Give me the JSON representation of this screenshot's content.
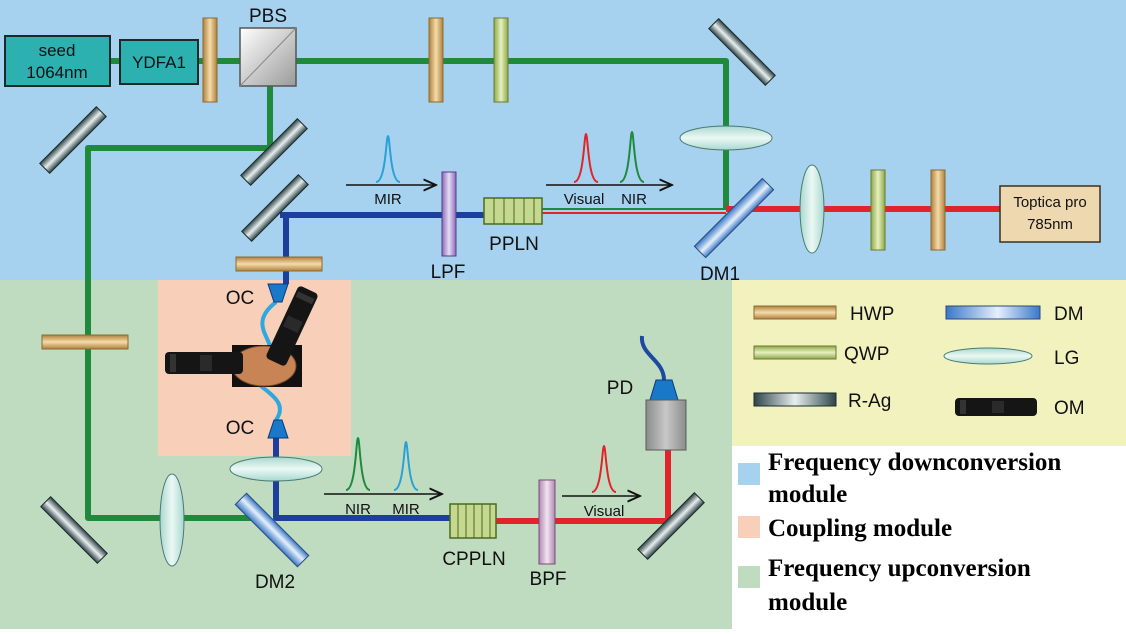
{
  "components": {
    "seed_line1": "seed",
    "seed_line2": "1064nm",
    "ydfa": "YDFA1",
    "pbs": "PBS",
    "toptica_line1": "Toptica pro",
    "toptica_line2": "785nm",
    "dm1": "DM1",
    "dm2": "DM2",
    "lpf": "LPF",
    "ppln": "PPLN",
    "cppln": "CPPLN",
    "bpf": "BPF",
    "oc_top": "OC",
    "oc_bottom": "OC",
    "pd": "PD"
  },
  "beam_labels": {
    "mir_top": "MIR",
    "visual_top": "Visual",
    "nir_top": "NIR",
    "nir_bottom": "NIR",
    "mir_bottom": "MIR",
    "visual_bottom": "Visual"
  },
  "key": {
    "hwp": "HWP",
    "qwp": "QWP",
    "rag": "R-Ag",
    "dm": "DM",
    "lg": "LG",
    "om": "OM"
  },
  "legend": {
    "down_line1": "Frequency downconversion",
    "down_line2": "module",
    "coupling": "Coupling module",
    "up_line1": "Frequency upconversion",
    "up_line2": "module"
  },
  "colors": {
    "downconversion_bg": "#a6d2ef",
    "coupling_bg": "#f8cfb8",
    "upconversion_bg": "#c0dcc0",
    "key_bg": "#f2f2bf",
    "beam_1064": "#1f8a3c",
    "beam_mir": "#1c3f9e",
    "beam_785": "#e0242a",
    "hwp": "#d8b070",
    "qwp": "#c4d890",
    "mirror": "#3e5a5e"
  }
}
